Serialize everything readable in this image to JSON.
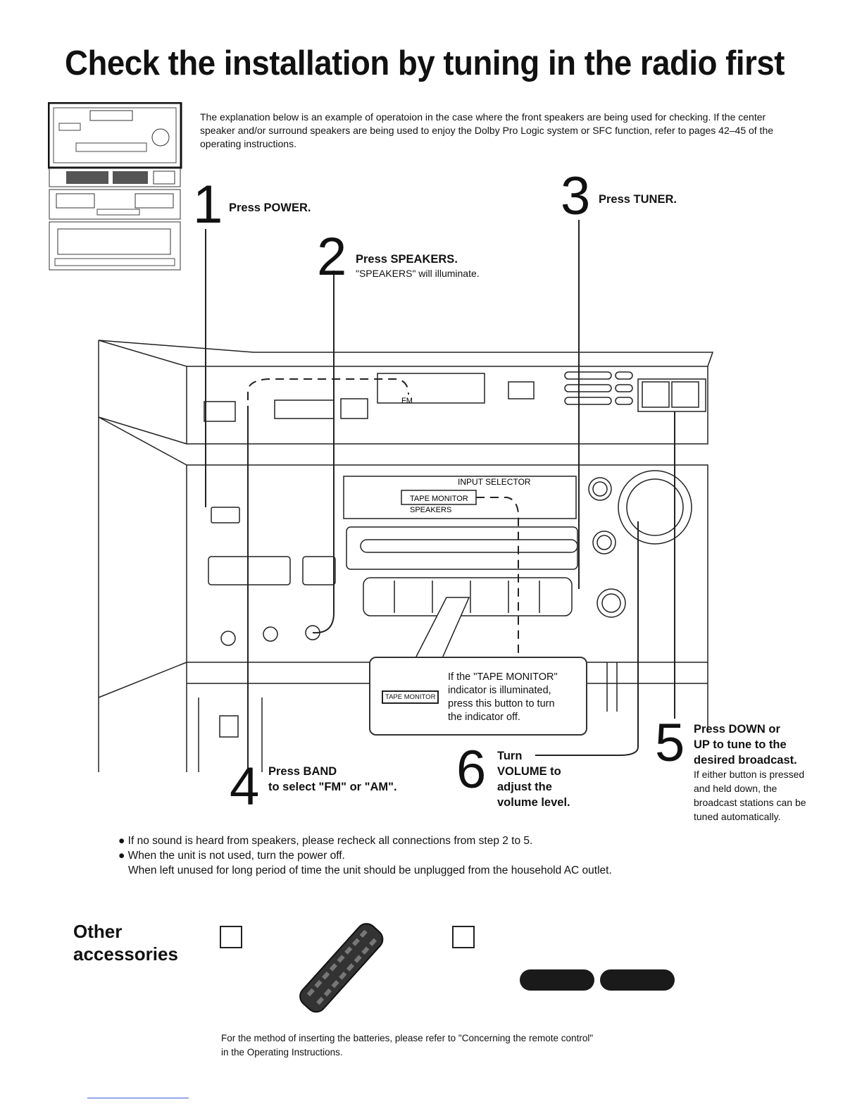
{
  "page": {
    "title": "Check the installation by tuning in the radio first",
    "intro": "The explanation below is an example of operatoion in the case where the front speakers are being used for checking. If the center speaker and/or surround speakers are being used to enjoy the Dolby Pro Logic system or SFC function, refer to pages 42–45 of the operating instructions."
  },
  "steps": {
    "s1": {
      "num": "1",
      "text": "Press POWER."
    },
    "s2": {
      "num": "2",
      "text": "Press SPEAKERS.",
      "sub": "\"SPEAKERS\" will illuminate."
    },
    "s3": {
      "num": "3",
      "text": "Press TUNER."
    },
    "s4": {
      "num": "4",
      "line1": "Press BAND",
      "line2": "to select \"FM\" or \"AM\"."
    },
    "s5": {
      "num": "5",
      "line1": "Press DOWN or",
      "line2": "UP to tune to the",
      "line3": "desired broadcast.",
      "sub1": "If either button is pressed",
      "sub2": "and held down, the",
      "sub3": "broadcast stations can be",
      "sub4": "tuned automatically."
    },
    "s6": {
      "num": "6",
      "line1": "Turn",
      "line2": "VOLUME to",
      "line3": "adjust the",
      "line4": "volume level."
    }
  },
  "tape_monitor_callout": {
    "badge": "TAPE MONITOR",
    "line1": "If the \"TAPE MONITOR\"",
    "line2": "indicator is illuminated,",
    "line3": "press this button to turn",
    "line4": "the indicator off."
  },
  "device_labels": {
    "display": "FM",
    "input_selector": "INPUT SELECTOR",
    "tape_monitor": "TAPE MONITOR",
    "speakers": "SPEAKERS"
  },
  "notes": {
    "n1": "If no sound is heard from speakers, please recheck all connections from step 2 to 5.",
    "n2": "When the unit is not used, turn the power off.",
    "n3": "When left unused for long period of time the unit should be unplugged from the household AC outlet."
  },
  "accessories": {
    "title1": "Other",
    "title2": "accessories",
    "note1": "For the method of inserting the batteries, please refer to \"Concerning the remote control\"",
    "note2": "in the Operating Instructions."
  }
}
